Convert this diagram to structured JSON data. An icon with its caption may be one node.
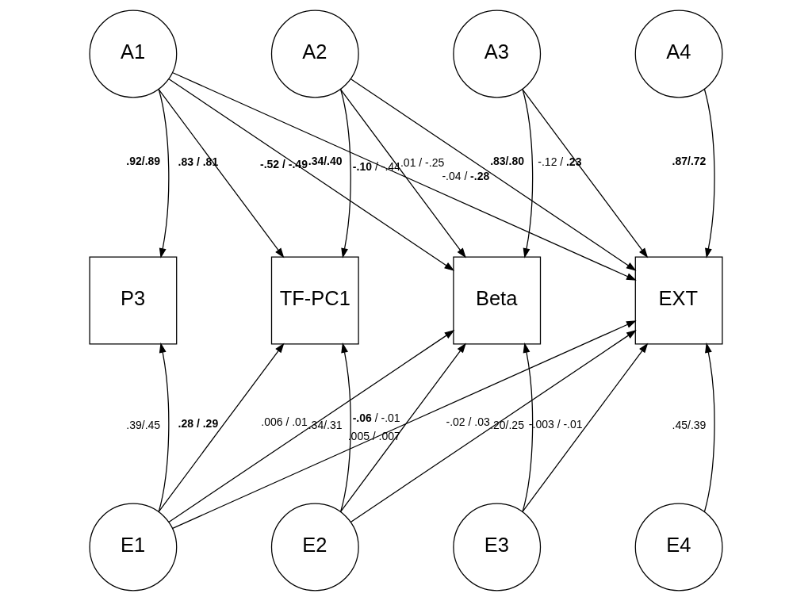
{
  "diagram": {
    "nodes": [
      {
        "text": [
          "A1"
        ]
      },
      {
        "text": [
          "A2"
        ]
      },
      {
        "text": [
          "A3"
        ]
      },
      {
        "text": [
          "A4"
        ]
      },
      {
        "text": [
          "P3"
        ]
      },
      {
        "text": [
          "TF-PC1"
        ]
      },
      {
        "text": [
          "Beta"
        ]
      },
      {
        "text": [
          "EXT"
        ]
      },
      {
        "text": [
          "E1"
        ]
      },
      {
        "text": [
          "E2"
        ]
      },
      {
        "text": [
          "E3"
        ]
      },
      {
        "text": [
          "E4"
        ]
      }
    ],
    "edges": [
      {
        "from": 0,
        "to": 4,
        "arrow": "to",
        "label": "**.92/.89**"
      },
      {
        "from": 0,
        "to": 5,
        "arrow": "to",
        "label": "**.83 / .81**"
      },
      {
        "from": 0,
        "to": 6,
        "arrow": "to",
        "label": "**-.52 / -.49**"
      },
      {
        "from": 0,
        "to": 7,
        "arrow": "to",
        "label": "**-.10** / -.44"
      },
      {
        "from": 1,
        "to": 5,
        "arrow": "to",
        "label": "**.34/.40**"
      },
      {
        "from": 1,
        "to": 6,
        "arrow": "to",
        "label": ".01 / -.25"
      },
      {
        "from": 1,
        "to": 7,
        "arrow": "to",
        "label": "-.04 / **-.28**"
      },
      {
        "from": 2,
        "to": 6,
        "arrow": "to",
        "label": "**.83/.80**"
      },
      {
        "from": 2,
        "to": 7,
        "arrow": "to",
        "label": "-.12 / **.23**"
      },
      {
        "from": 3,
        "to": 7,
        "arrow": "to",
        "label": "**.87/.72**"
      },
      {
        "from": 8,
        "to": 4,
        "arrow": "to",
        "label": ".39/.45"
      },
      {
        "from": 8,
        "to": 5,
        "arrow": "to",
        "label": "**.28 / .29**"
      },
      {
        "from": 8,
        "to": 6,
        "arrow": "to",
        "label": ".006 / .01"
      },
      {
        "from": 8,
        "to": 7,
        "arrow": "to",
        "label": "**-.06** / -.01"
      },
      {
        "from": 9,
        "to": 5,
        "arrow": "to",
        "label": ".34/.31"
      },
      {
        "from": 9,
        "to": 6,
        "arrow": "to",
        "label": ".005 / .007"
      },
      {
        "from": 9,
        "to": 7,
        "arrow": "to",
        "label": "-.02 / .03"
      },
      {
        "from": 10,
        "to": 6,
        "arrow": "to",
        "label": ".20/.25"
      },
      {
        "from": 10,
        "to": 7,
        "arrow": "to",
        "label": "-.003 / -.01"
      },
      {
        "from": 11,
        "to": 7,
        "arrow": "to",
        "label": ".45/.39"
      }
    ]
  }
}
